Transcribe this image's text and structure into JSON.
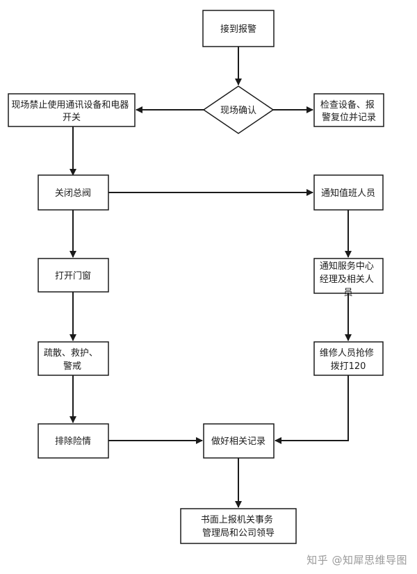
{
  "diagram": {
    "nodes": {
      "receive_alarm": "接到报警",
      "confirm_site": "现场确认",
      "ban_devices": [
        "现场禁止使用通讯设备和电器",
        "开关"
      ],
      "check_reset": [
        "检查设备、报",
        "警复位并记录"
      ],
      "close_valve": "关闭总阀",
      "notify_duty": "通知值班人员",
      "open_windows": "打开门窗",
      "notify_manager": [
        "通知服务中心",
        "经理及相关人",
        "员"
      ],
      "evacuate": [
        "疏散、救护、",
        "警戒"
      ],
      "repair_call": [
        "维修人员抢修",
        "拨打120"
      ],
      "eliminate": "排除险情",
      "record": "做好相关记录",
      "report": [
        "书面上报机关事务",
        "管理局和公司领导"
      ]
    }
  },
  "watermark": "知乎 @知犀思维导图"
}
